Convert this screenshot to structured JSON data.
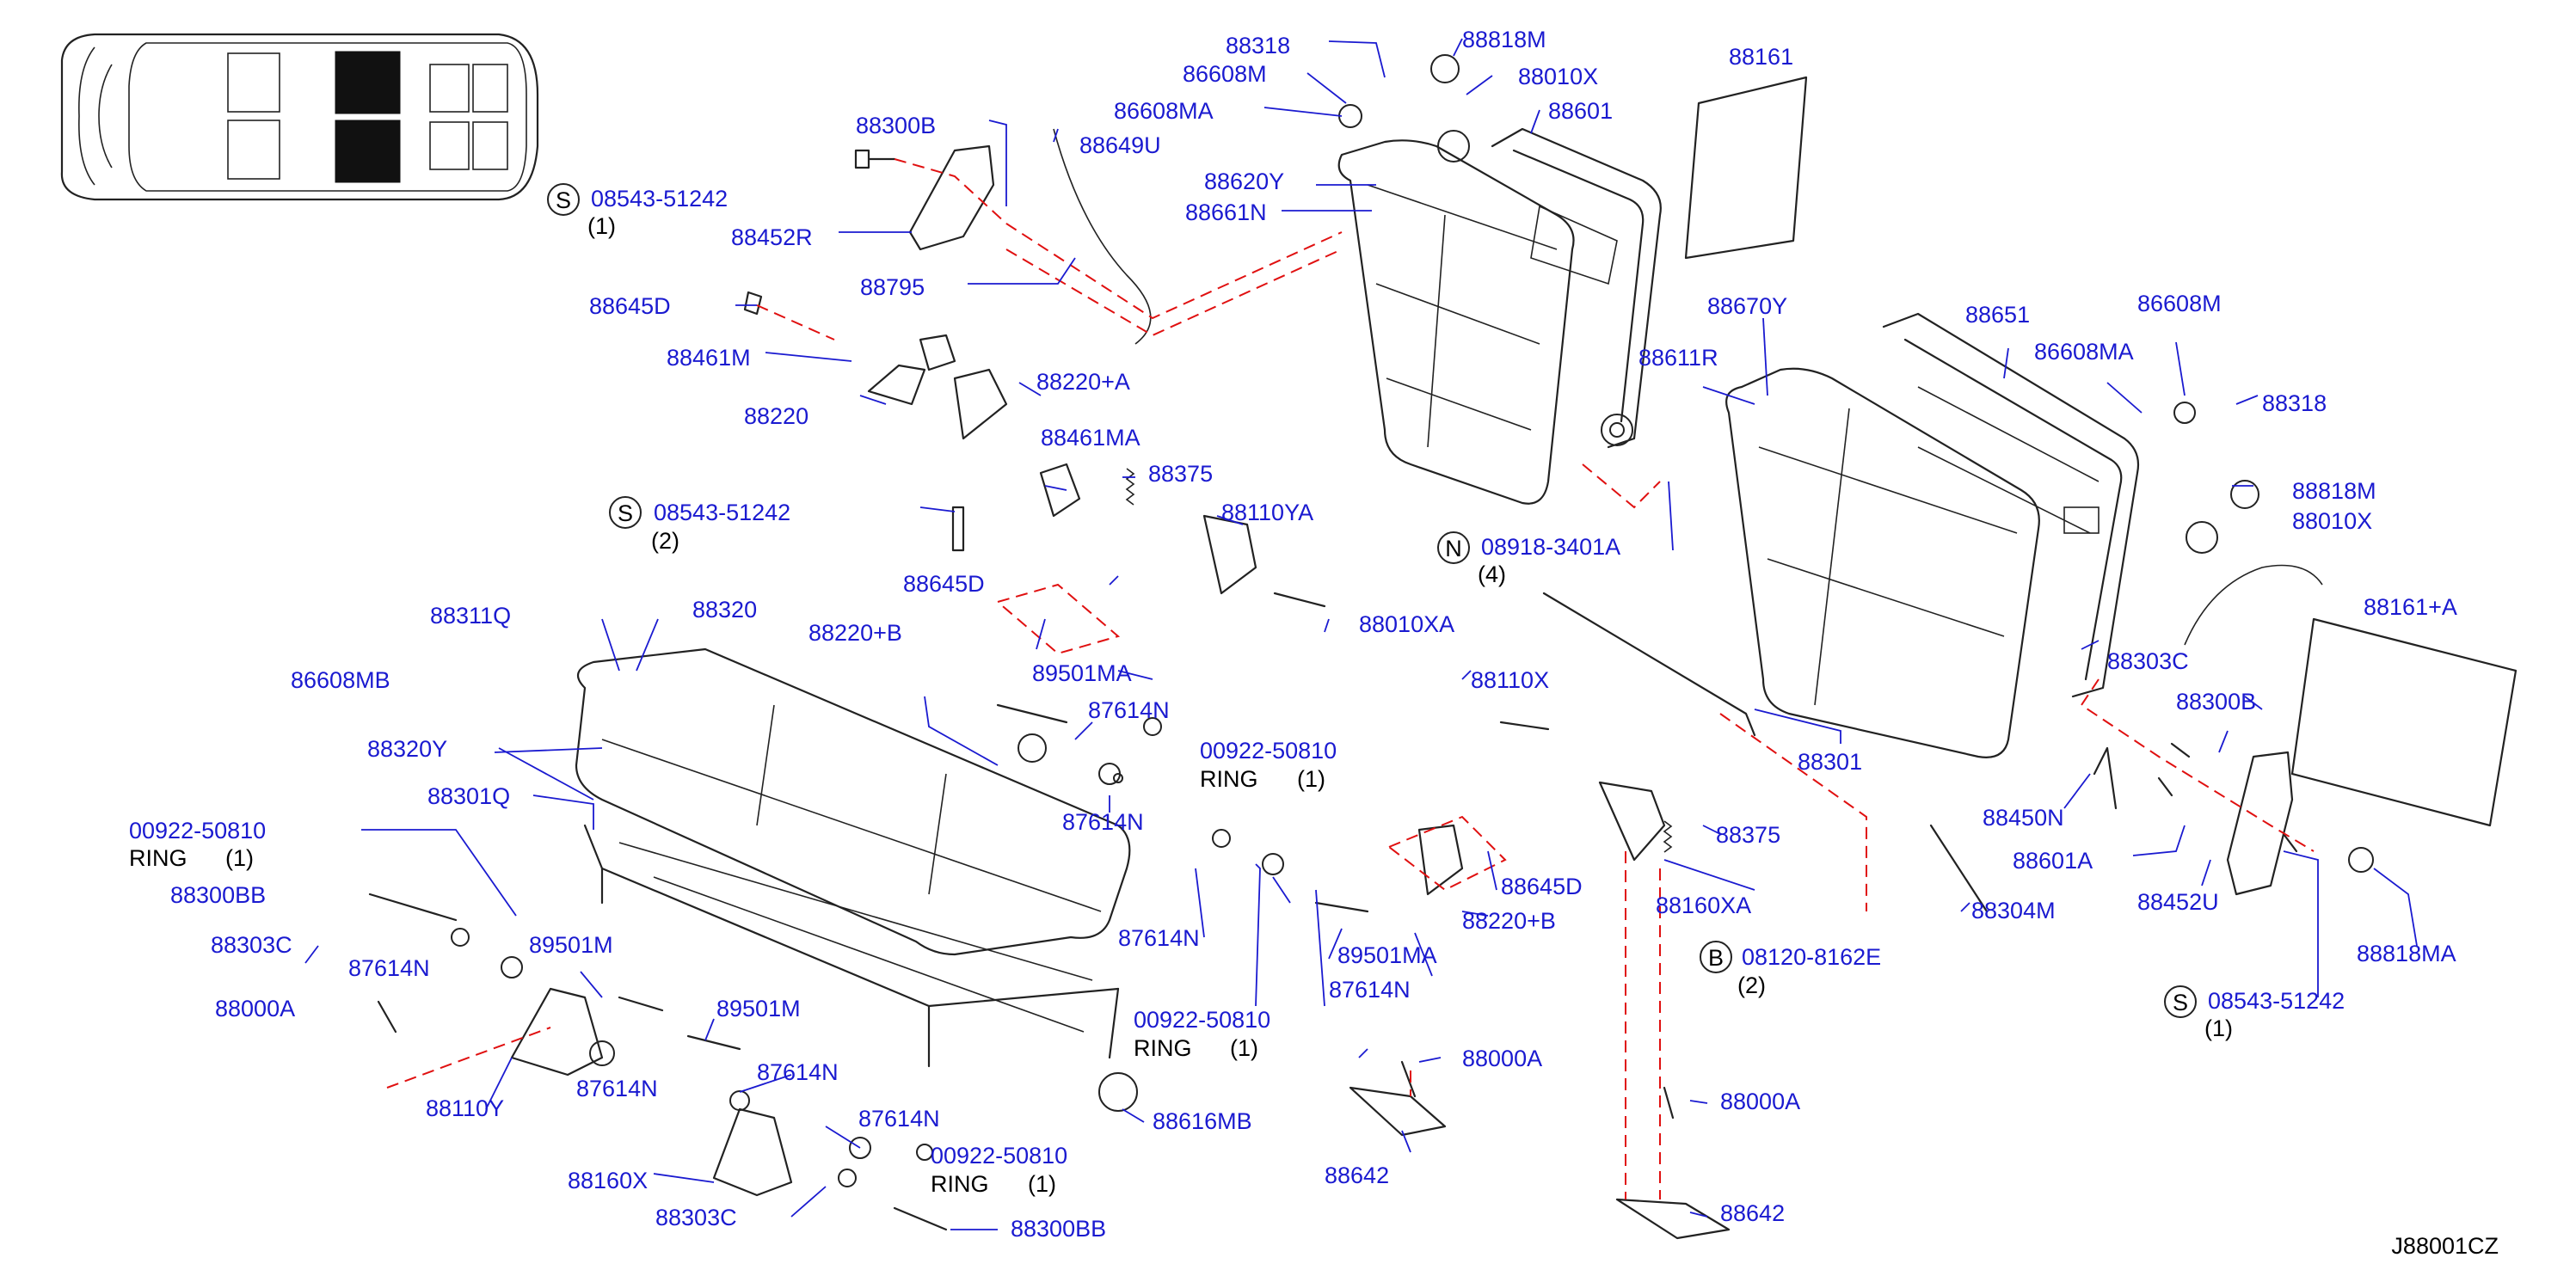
{
  "diagram_code": "J88001CZ",
  "labels": {
    "p88318a": "88318",
    "p88818m_a": "88818M",
    "p86608m_a": "86608M",
    "p88010x_a": "88010X",
    "p86608ma_a": "86608MA",
    "p88601": "88601",
    "p88161": "88161",
    "p88300b_a": "88300B",
    "p88649u": "88649U",
    "p08543_a": "08543-51242",
    "p08543_a_qty": "(1)",
    "p88620y": "88620Y",
    "p88661n": "88661N",
    "p88452r": "88452R",
    "p88795": "88795",
    "p88645d_a": "88645D",
    "p88461m": "88461M",
    "p88670y": "88670Y",
    "p88651": "88651",
    "p86608m_b": "86608M",
    "p88611r": "88611R",
    "p86608ma_b": "86608MA",
    "p88318b": "88318",
    "p88220": "88220",
    "p88220a": "88220+A",
    "p88461ma": "88461MA",
    "p88375a": "88375",
    "p88818m_b": "88818M",
    "p08543_b": "08543-51242",
    "p08543_b_qty": "(2)",
    "p88110ya": "88110YA",
    "p88010x_b": "88010X",
    "p08918": "08918-3401A",
    "p08918_qty": "(4)",
    "p88645d_b": "88645D",
    "p88161a": "88161+A",
    "p88311q": "88311Q",
    "p88320": "88320",
    "p88220b_a": "88220+B",
    "p88010xa": "88010XA",
    "p88303c_top": "88303C",
    "p88300b_b": "88300B",
    "p86608mb": "86608MB",
    "p89501ma_a": "89501MA",
    "p88110x": "88110X",
    "p88320y": "88320Y",
    "p87614n_a": "87614N",
    "p00922_a": "00922-50810",
    "p00922_a_ring": "RING",
    "p00922_a_qty": "(1)",
    "p88301": "88301",
    "p88301q": "88301Q",
    "p87614n_b": "87614N",
    "p88450n": "88450N",
    "p88375b": "88375",
    "p88601a": "88601A",
    "p00922_b": "00922-50810",
    "p00922_b_ring": "RING",
    "p00922_b_qty": "(1)",
    "p88645d_c": "88645D",
    "p88300bb_a": "88300BB",
    "p88160xa": "88160XA",
    "p88304m": "88304M",
    "p88452u": "88452U",
    "p87614n_c": "87614N",
    "p88220b_b": "88220+B",
    "p88303c_a": "88303C",
    "p89501m_a": "89501M",
    "p89501ma_b": "89501MA",
    "p08120": "08120-8162E",
    "p08120_qty": "(2)",
    "p88818ma": "88818MA",
    "p87614n_d": "87614N",
    "p87614n_e": "87614N",
    "p08543_c": "08543-51242",
    "p08543_c_qty": "(1)",
    "p88000a_a": "88000A",
    "p89501m_b": "89501M",
    "p00922_c": "00922-50810",
    "p00922_c_ring": "RING",
    "p00922_c_qty": "(1)",
    "p87614n_f": "87614N",
    "p88000a_b": "88000A",
    "p88110y": "88110Y",
    "p87614n_g": "87614N",
    "p88616mb": "88616MB",
    "p88000a_c": "88000A",
    "p88642_a": "88642",
    "p87614n_h": "87614N",
    "p00922_d": "00922-50810",
    "p00922_d_ring": "RING",
    "p00922_d_qty": "(1)",
    "p88160x": "88160X",
    "p88642_b": "88642",
    "p88303c_b": "88303C",
    "p88300bb_b": "88300BB",
    "sym_s": "S",
    "sym_n": "N",
    "sym_b": "B"
  }
}
